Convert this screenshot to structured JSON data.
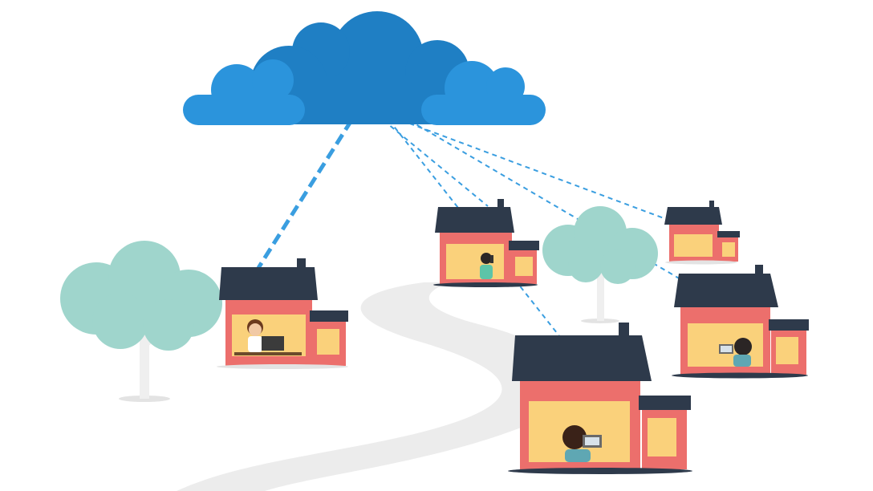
{
  "illustration": {
    "subject": "cloud-connected-homes",
    "colors": {
      "cloud_dark": "#1f7fc4",
      "cloud_light": "#2b94dc",
      "roof": "#2e3a4b",
      "wall": "#ec6f6c",
      "window": "#fad17b",
      "tree": "#9fd5cc",
      "trunk": "#eeeeee",
      "road": "#ececec",
      "link_line": "#3a9ee0"
    },
    "houses": [
      {
        "name": "house-left",
        "occupant": "person-at-laptop"
      },
      {
        "name": "house-center",
        "occupant": "person-on-phone"
      },
      {
        "name": "house-far-right",
        "occupant": "none"
      },
      {
        "name": "house-right",
        "occupant": "person-with-tablet"
      },
      {
        "name": "house-front",
        "occupant": "person-with-tablet"
      }
    ],
    "trees": [
      {
        "name": "tree-left"
      },
      {
        "name": "tree-right"
      }
    ],
    "connections": [
      {
        "from": "cloud",
        "to": "house-left"
      },
      {
        "from": "cloud",
        "to": "house-center"
      },
      {
        "from": "cloud",
        "to": "house-front"
      },
      {
        "from": "cloud",
        "to": "house-far-right"
      },
      {
        "from": "cloud",
        "to": "house-right"
      }
    ]
  }
}
